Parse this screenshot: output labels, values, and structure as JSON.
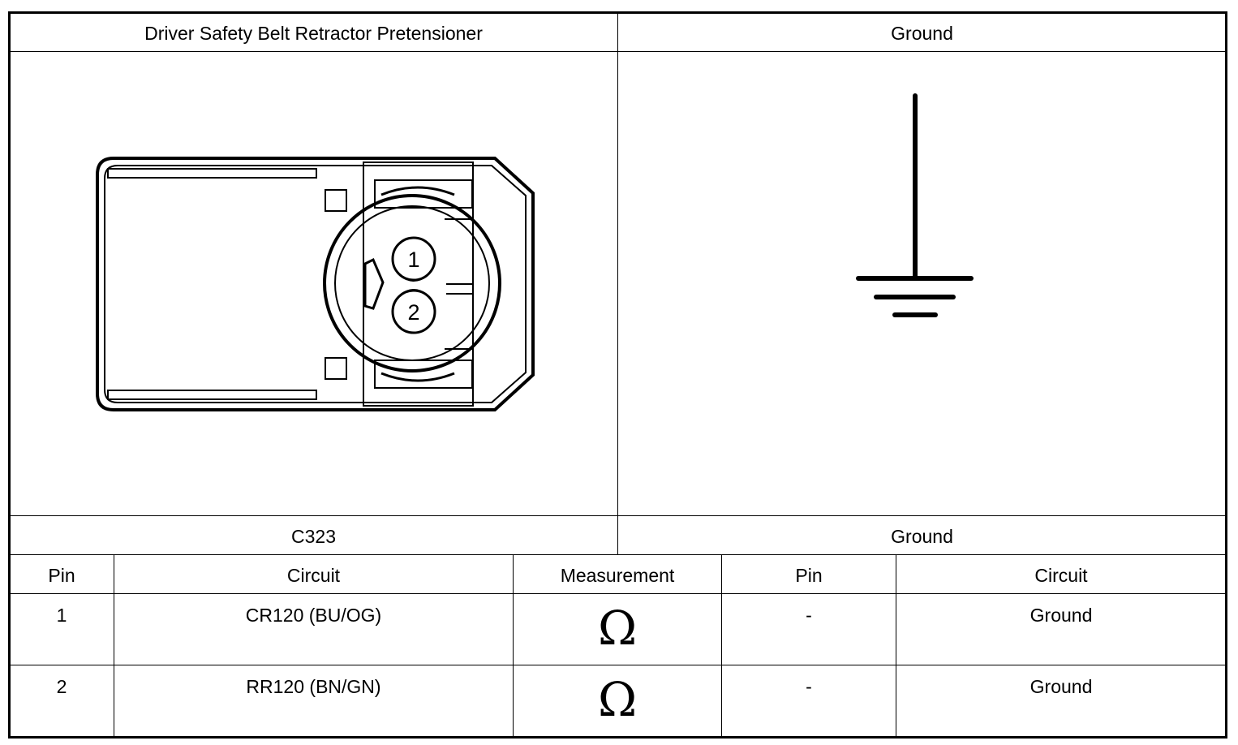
{
  "header": {
    "component_title": "Driver Safety Belt Retractor Pretensioner",
    "ground_title": "Ground"
  },
  "connector": {
    "pin_labels": [
      "1",
      "2"
    ]
  },
  "subheader": {
    "connector_id": "C323",
    "ground_label": "Ground"
  },
  "table": {
    "columns": [
      "Pin",
      "Circuit",
      "Measurement",
      "Pin",
      "Circuit"
    ],
    "rows": [
      {
        "pin": "1",
        "circuit": "CR120 (BU/OG)",
        "measurement_symbol": "ohm-icon",
        "to_pin": "-",
        "to_circuit": "Ground"
      },
      {
        "pin": "2",
        "circuit": "RR120 (BN/GN)",
        "measurement_symbol": "ohm-icon",
        "to_pin": "-",
        "to_circuit": "Ground"
      }
    ]
  }
}
